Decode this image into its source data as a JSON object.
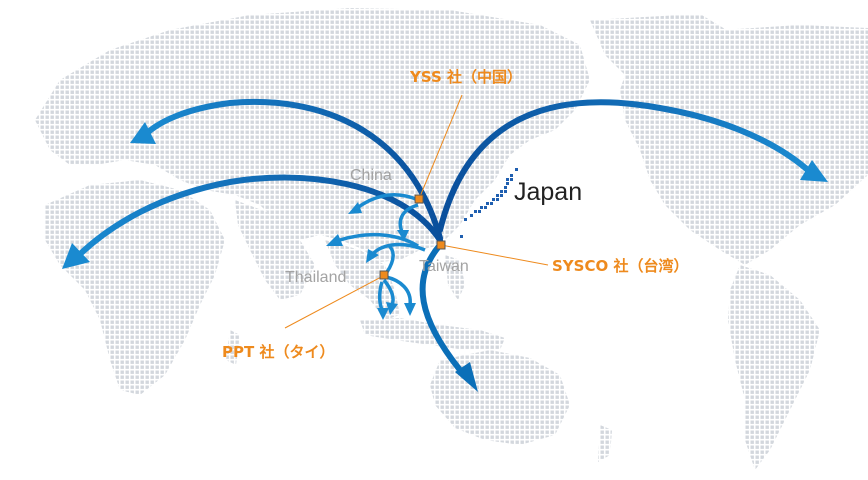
{
  "labels": {
    "japan": "Japan",
    "china": "China",
    "taiwan": "Taiwan",
    "thailand": "Thailand"
  },
  "companies": {
    "yss": "YSS 社（中国）",
    "sysco": "SYSCO 社（台湾）",
    "ppt": "PPT 社（タイ）"
  },
  "colors": {
    "arrow": "#0b6fb8",
    "arrow_dark": "#0a4f9c",
    "leader": "#ee8a1d",
    "land_dots": "#d2d6dc"
  }
}
